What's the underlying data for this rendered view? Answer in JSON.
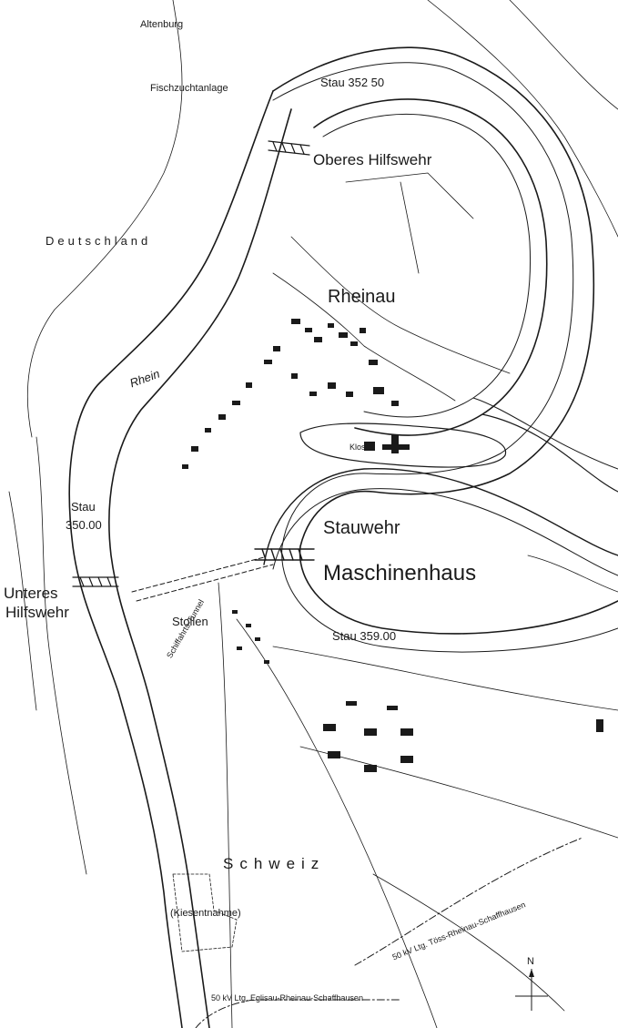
{
  "map": {
    "labels": {
      "altenburg": "Altenburg",
      "fischzucht": "Fischzuchtanlage",
      "stau_top": "Stau 352 50",
      "oberes": "Oberes Hilfswehr",
      "deutschland": "Deutschland",
      "rheinau": "Rheinau",
      "rhein": "Rhein",
      "kloster": "Kloster",
      "stau_left_1": "Stau",
      "stau_left_2": "350.00",
      "stauwehr": "Stauwehr",
      "maschinenhaus": "Maschinenhaus",
      "unteres_1": "Unteres",
      "unteres_2": "Hilfswehr",
      "stollen": "Stollen",
      "schiffahrts": "Schiffahrts-Tunnel",
      "stau_bottom": "Stau 359.00",
      "schweiz": "Schweiz",
      "kiesentnahme": "(Kiesentnahme)",
      "line_toess": "50 kV Ltg. Töss-Rheinau-Schaffhausen",
      "line_eglisau": "50 kV Ltg. Eglisau-Rheinau-Schaffhausen",
      "north": "N"
    },
    "colors": {
      "ink": "#1a1a1a",
      "paper": "#ffffff"
    }
  }
}
